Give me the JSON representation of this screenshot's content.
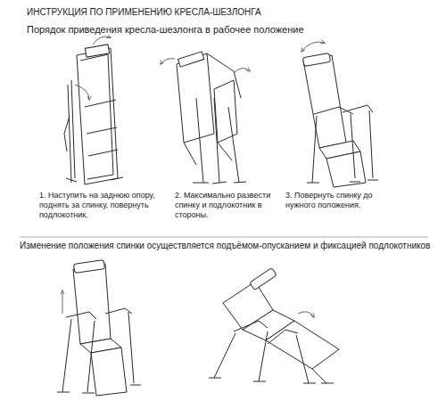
{
  "diagram": {
    "title": "ИНСТРУКЦИЯ ПО ПРИМЕНЕНИЮ КРЕСЛА-ШЕЗЛОНГА",
    "labels": [
      "Порядок приведения кресла-шезлонга в рабочее положение",
      "1. Наступить на заднюю опору, поднять за спинку, повернуть подлокотник.",
      "2. Максимально развести спинку и подлокотник в стороны.",
      "3. Повернуть спинку до нужного положения.",
      "Изменение положения спинки осуществляется подъёмом-опусканием и фиксацией подлокотников"
    ]
  }
}
